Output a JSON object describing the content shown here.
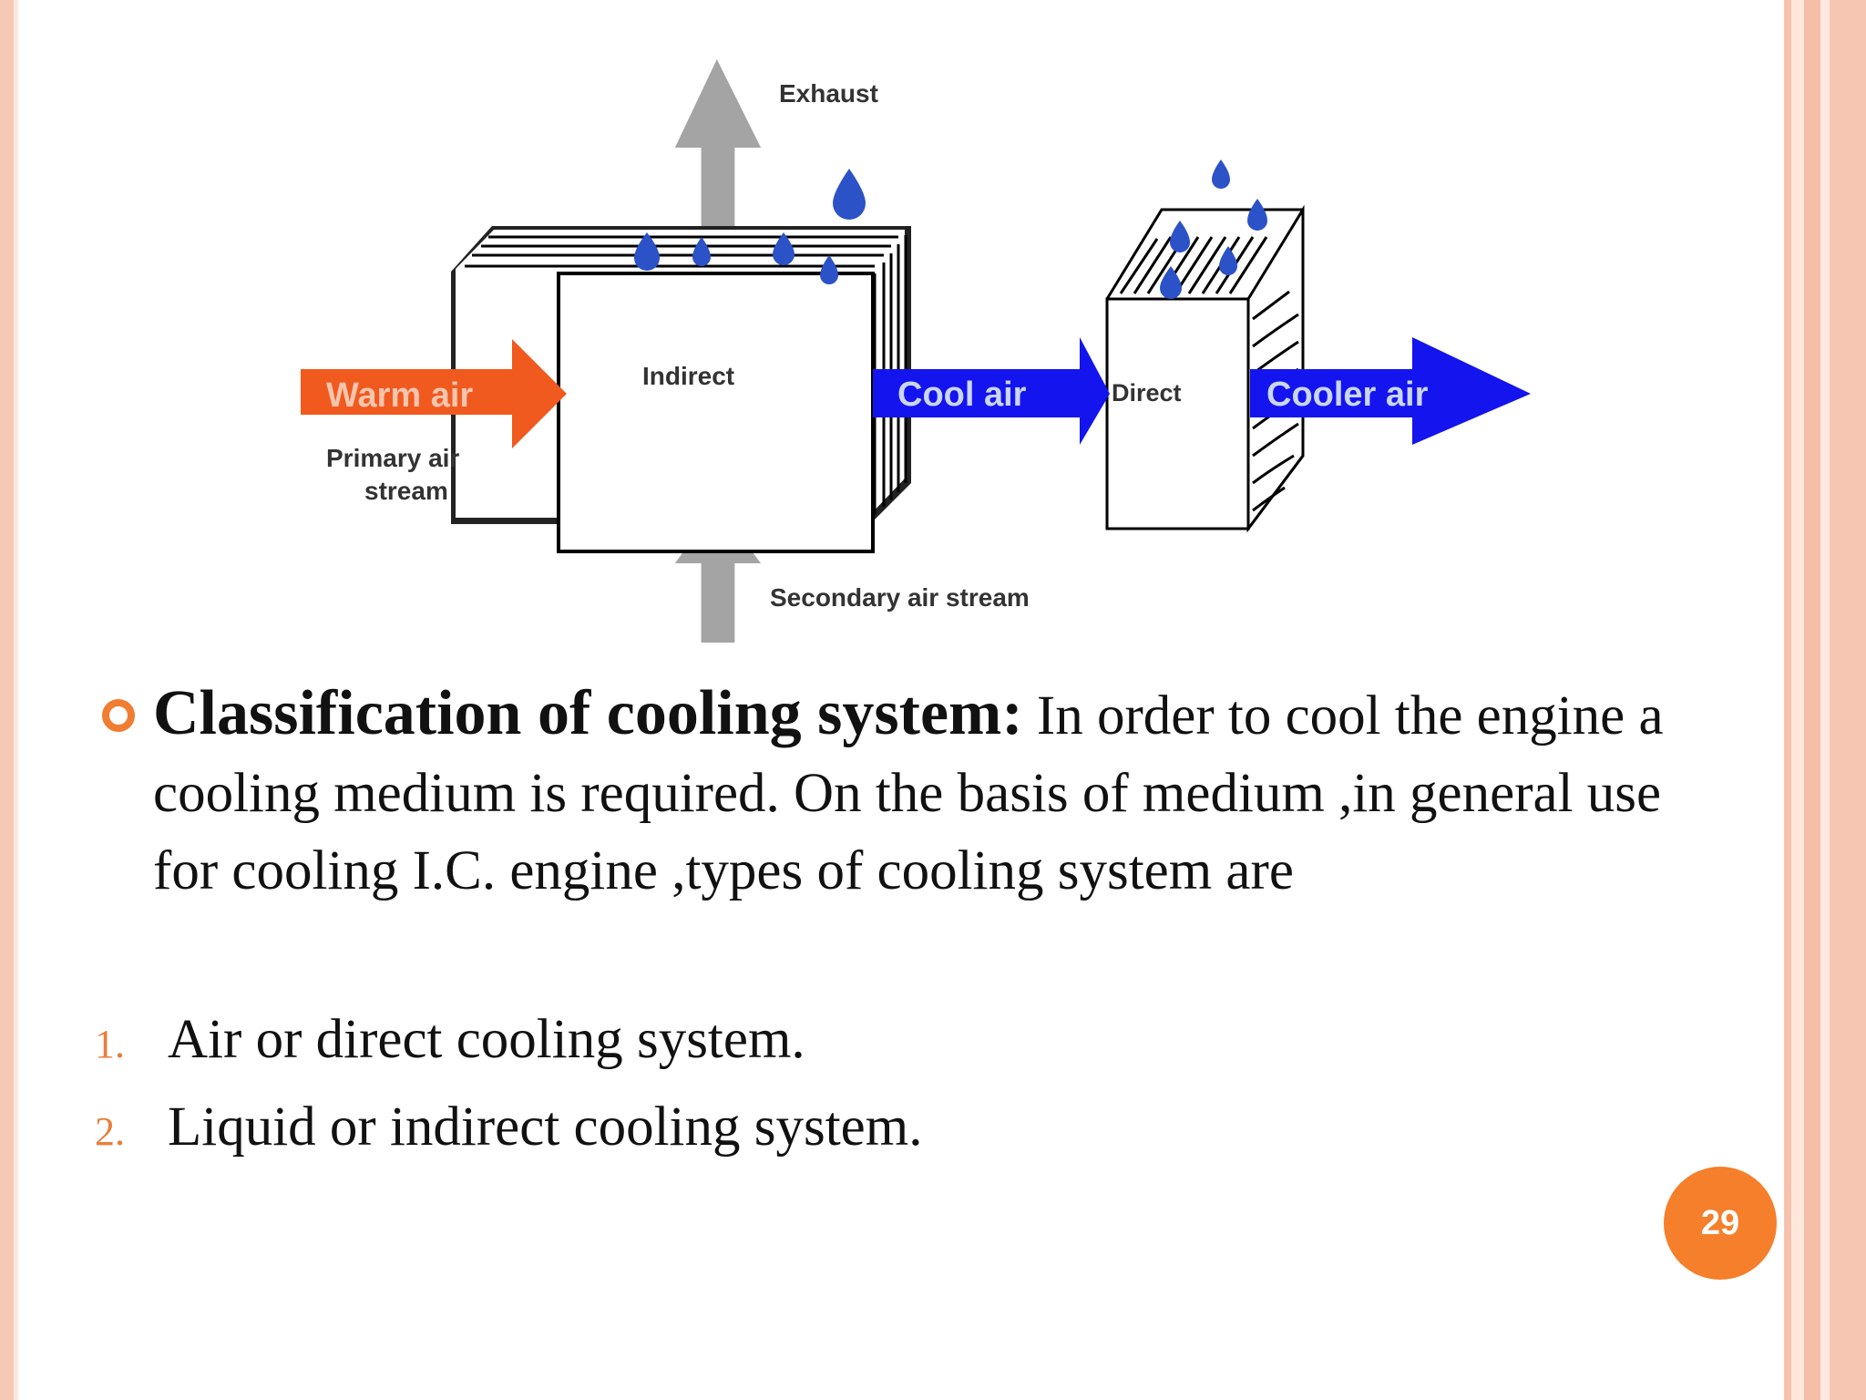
{
  "diagram": {
    "labels": {
      "exhaust": "Exhaust",
      "warm_air": "Warm air",
      "primary_line1": "Primary air",
      "primary_line2": "stream",
      "indirect": "Indirect",
      "cool_air": "Cool  air",
      "direct": "Direct",
      "cooler_air": "Cooler air",
      "secondary": "Secondary air stream"
    },
    "colors": {
      "warm_arrow": "#f05a1e",
      "blue_arrow": "#1414ee",
      "gray_arrow": "#a4a4a4",
      "droplet": "#2c52c8"
    }
  },
  "main": {
    "heading": "Classification of cooling system:",
    "body": " In order to cool the engine a cooling medium is required. On the basis of medium ,in general use for cooling I.C. engine ,types of cooling system are"
  },
  "list": [
    {
      "number": "1.",
      "text": "Air or direct cooling system."
    },
    {
      "number": "2.",
      "text": "Liquid or indirect cooling system."
    }
  ],
  "page_number": "29",
  "theme": {
    "accent": "#f57f2b",
    "border": "#f6c6b2"
  }
}
